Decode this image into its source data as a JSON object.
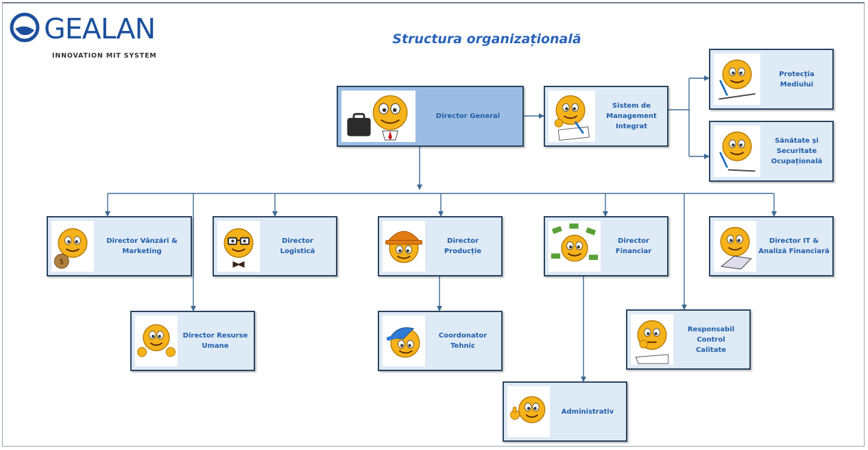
{
  "logo": {
    "name": "GEALAN",
    "tagline": "INNOVATION MIT SYSTEM"
  },
  "title": "Structura organizațională",
  "colors": {
    "box_fill": "#dfeaf7",
    "box_fill_highlight": "#9cbde3",
    "box_border": "#29435f",
    "label_text": "#1f5fa8",
    "connector": "#3d6a94",
    "title_text": "#2a63b8",
    "logo_blue": "#1b4f9c"
  },
  "nodes": {
    "director_general": {
      "label": "Director General",
      "icon": "smiley-with-briefcase-icon"
    },
    "sistem_management": {
      "label": "Sistem de\nManagement\nIntegrat",
      "icon": "smiley-writing-icon"
    },
    "protectia_mediului": {
      "label": "Protecția\nMediului",
      "icon": "smiley-writing-icon"
    },
    "sanatate_securitate": {
      "label": "Sănătate și\nSecuritate\nOcupațională",
      "icon": "smiley-writing-icon"
    },
    "director_vanzari": {
      "label": "Director Vânzări &\nMarketing",
      "icon": "smiley-with-money-bag-icon"
    },
    "director_logistica": {
      "label": "Director\nLogistică",
      "icon": "smiley-with-glasses-bowtie-icon"
    },
    "director_productie": {
      "label": "Director\nProducție",
      "icon": "smiley-hard-hat-icon"
    },
    "director_financiar": {
      "label": "Director\nFinanciar",
      "icon": "smiley-with-money-icon"
    },
    "director_it": {
      "label": "Director IT &\nAnaliză Financiară",
      "icon": "smiley-with-laptop-icon"
    },
    "director_resurse_umane": {
      "label": "Director Resurse\nUmane",
      "icon": "smiley-thumbs-up-icon"
    },
    "coordonator_tehnic": {
      "label": "Coordonator\nTehnic",
      "icon": "smiley-cap-icon"
    },
    "responsabil_control_calitate": {
      "label": "Responsabil Control\nCalitate",
      "icon": "smiley-thinking-icon"
    },
    "administrativ": {
      "label": "Administrativ",
      "icon": "smiley-thumbs-up-icon"
    }
  }
}
